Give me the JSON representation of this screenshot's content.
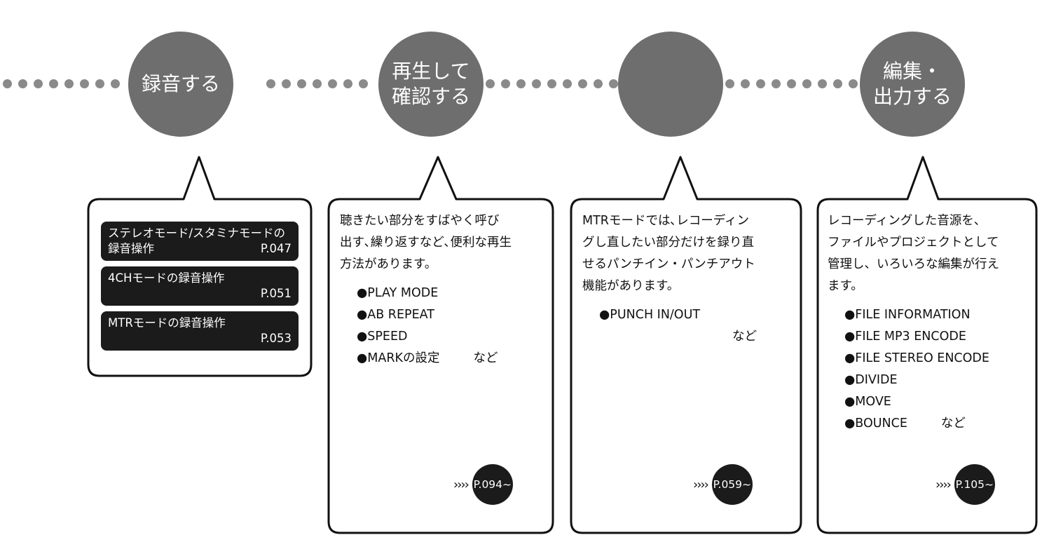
{
  "steps": [
    {
      "circle": [
        "録音する",
        ""
      ],
      "links": [
        {
          "title": "ステレオモード/スタミナモードの",
          "sub": "録音操作",
          "page": "P.047"
        },
        {
          "title": "4CHモードの録音操作",
          "sub": "",
          "page": "P.051"
        },
        {
          "title": "MTRモードの録音操作",
          "sub": "",
          "page": "P.053"
        }
      ]
    },
    {
      "circle": [
        "再生して",
        "確認する"
      ],
      "desc": [
        "聴きたい部分をすばやく呼び",
        "出す､繰り返すなど､便利な再生",
        "方法があります。"
      ],
      "items": [
        "●PLAY MODE",
        "●AB REPEAT",
        "●SPEED",
        "●MARKの設定"
      ],
      "suffix": "など",
      "page": "P.094~"
    },
    {
      "circle": [
        "",
        ""
      ],
      "desc": [
        "MTRモードでは､レコーディン",
        "グし直したい部分だけを録り直",
        "せるパンチイン・パンチアウト",
        "機能があります。"
      ],
      "items": [
        "●PUNCH IN/OUT"
      ],
      "suffix": "など",
      "page": "P.059~"
    },
    {
      "circle": [
        "編集・",
        "出力する"
      ],
      "desc": [
        "レコーディングした音源を、",
        "ファイルやプロジェクトとして",
        "管理し、いろいろな編集が行え",
        "ます。"
      ],
      "items": [
        "●FILE INFORMATION",
        "●FILE MP3 ENCODE",
        "●FILE STEREO ENCODE",
        "●DIVIDE",
        "●MOVE",
        "●BOUNCE"
      ],
      "suffix": "など",
      "page": "P.105~"
    }
  ],
  "chevrons": "››››",
  "colors": {
    "circle": "#6e6e6e",
    "dots": "#8a8a8a",
    "dark": "#1b1b1b"
  }
}
